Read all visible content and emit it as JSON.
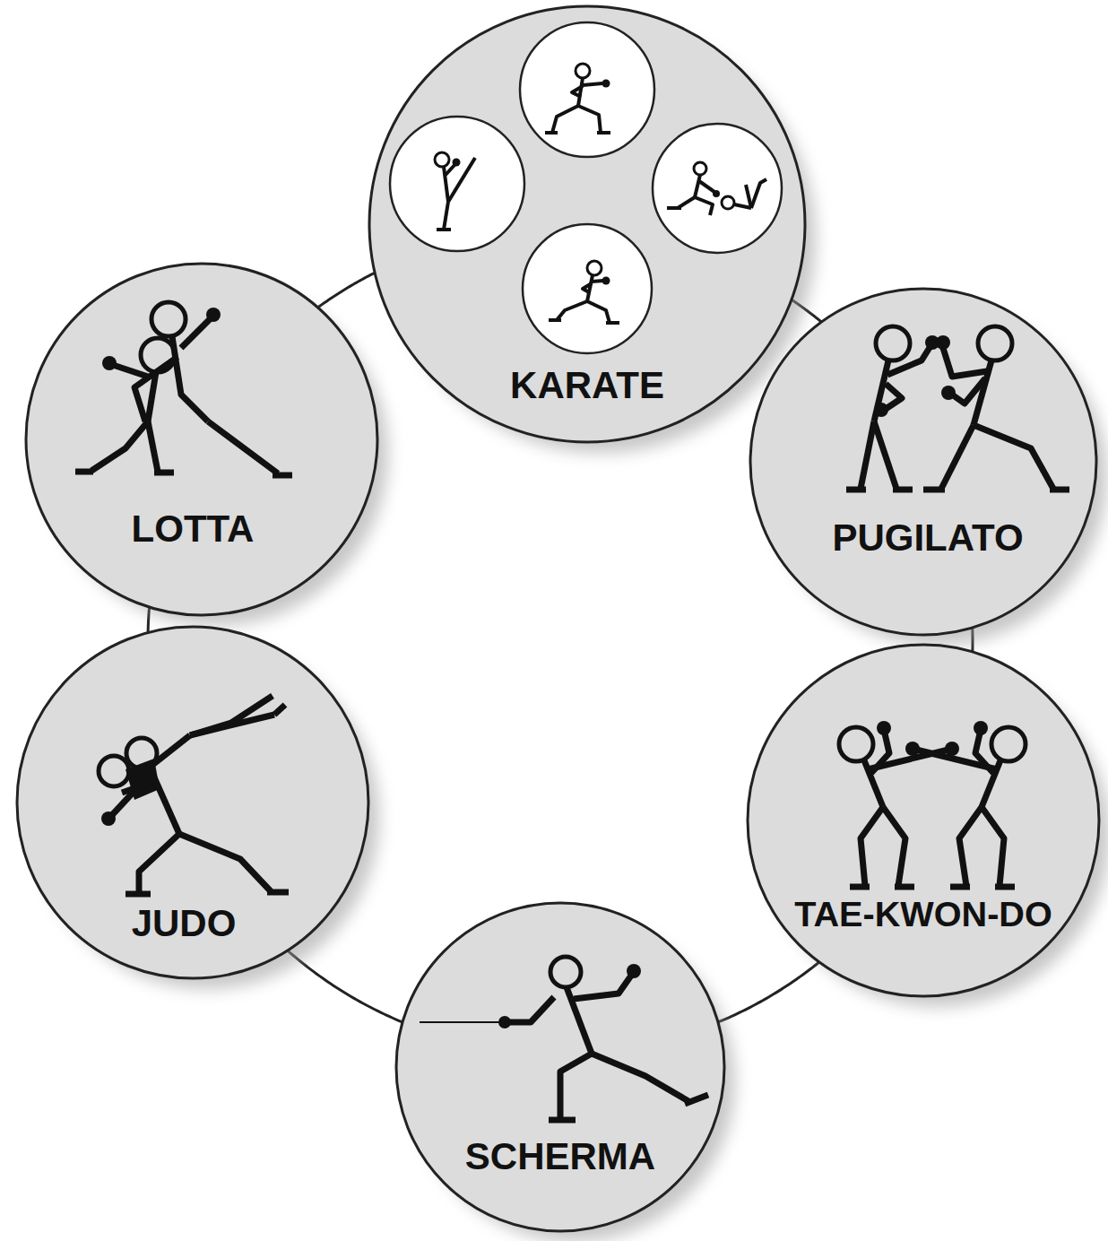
{
  "diagram": {
    "nodes": [
      {
        "text": [
          "KARATE"
        ]
      },
      {
        "text": [
          "LOTTA"
        ]
      },
      {
        "text": [
          "PUGILATO"
        ]
      },
      {
        "text": [
          "JUDO"
        ]
      },
      {
        "text": [
          "TAE-KWON-DO"
        ]
      },
      {
        "text": [
          "SCHERMA"
        ]
      }
    ],
    "edges": [
      {
        "from": 0,
        "to": 2,
        "arrow": "none"
      },
      {
        "from": 2,
        "to": 4,
        "arrow": "none"
      },
      {
        "from": 4,
        "to": 5,
        "arrow": "none"
      },
      {
        "from": 5,
        "to": 3,
        "arrow": "none"
      },
      {
        "from": 3,
        "to": 1,
        "arrow": "none"
      },
      {
        "from": 1,
        "to": 0,
        "arrow": "none"
      }
    ]
  }
}
